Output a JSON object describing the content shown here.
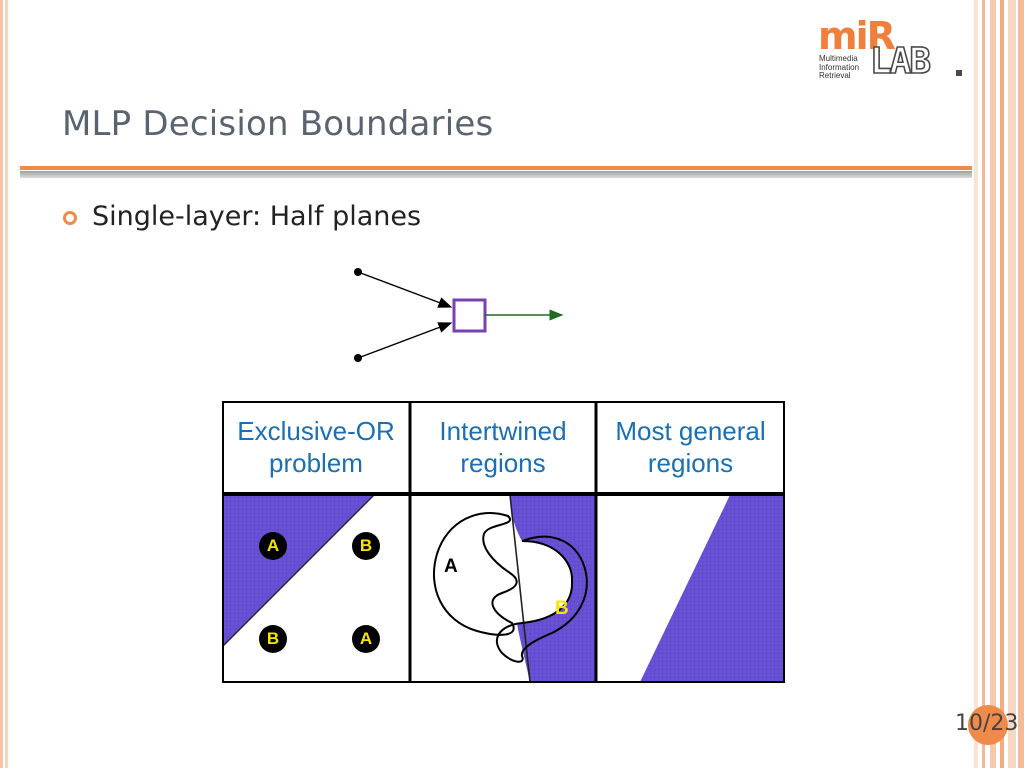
{
  "slide": {
    "title": "MLP Decision Boundaries",
    "bullet": "Single-layer: Half planes",
    "page": "10/23"
  },
  "logo": {
    "mark": "miR",
    "lab": "LAB",
    "lines": [
      "Multimedia",
      "Information",
      "Retrieval"
    ]
  },
  "table": {
    "headers": [
      {
        "line1": "Exclusive-OR",
        "line2": "problem"
      },
      {
        "line1": "Intertwined",
        "line2": "regions"
      },
      {
        "line1": "Most general",
        "line2": "regions"
      }
    ],
    "xor_labels": [
      "A",
      "B",
      "B",
      "A"
    ],
    "intertwined_labels": [
      "A",
      "B"
    ]
  },
  "colors": {
    "accent": "#f08a4b",
    "title": "#5a6470",
    "header_text": "#1a6fb5",
    "region_fill": "#6a52d6",
    "neuron_box": "#7a3fb0",
    "output_arrow": "#1f6b1f",
    "label_text": "#f7e400"
  },
  "icons": [
    "bullet-ring-icon",
    "neuron-diagram",
    "page-badge"
  ]
}
